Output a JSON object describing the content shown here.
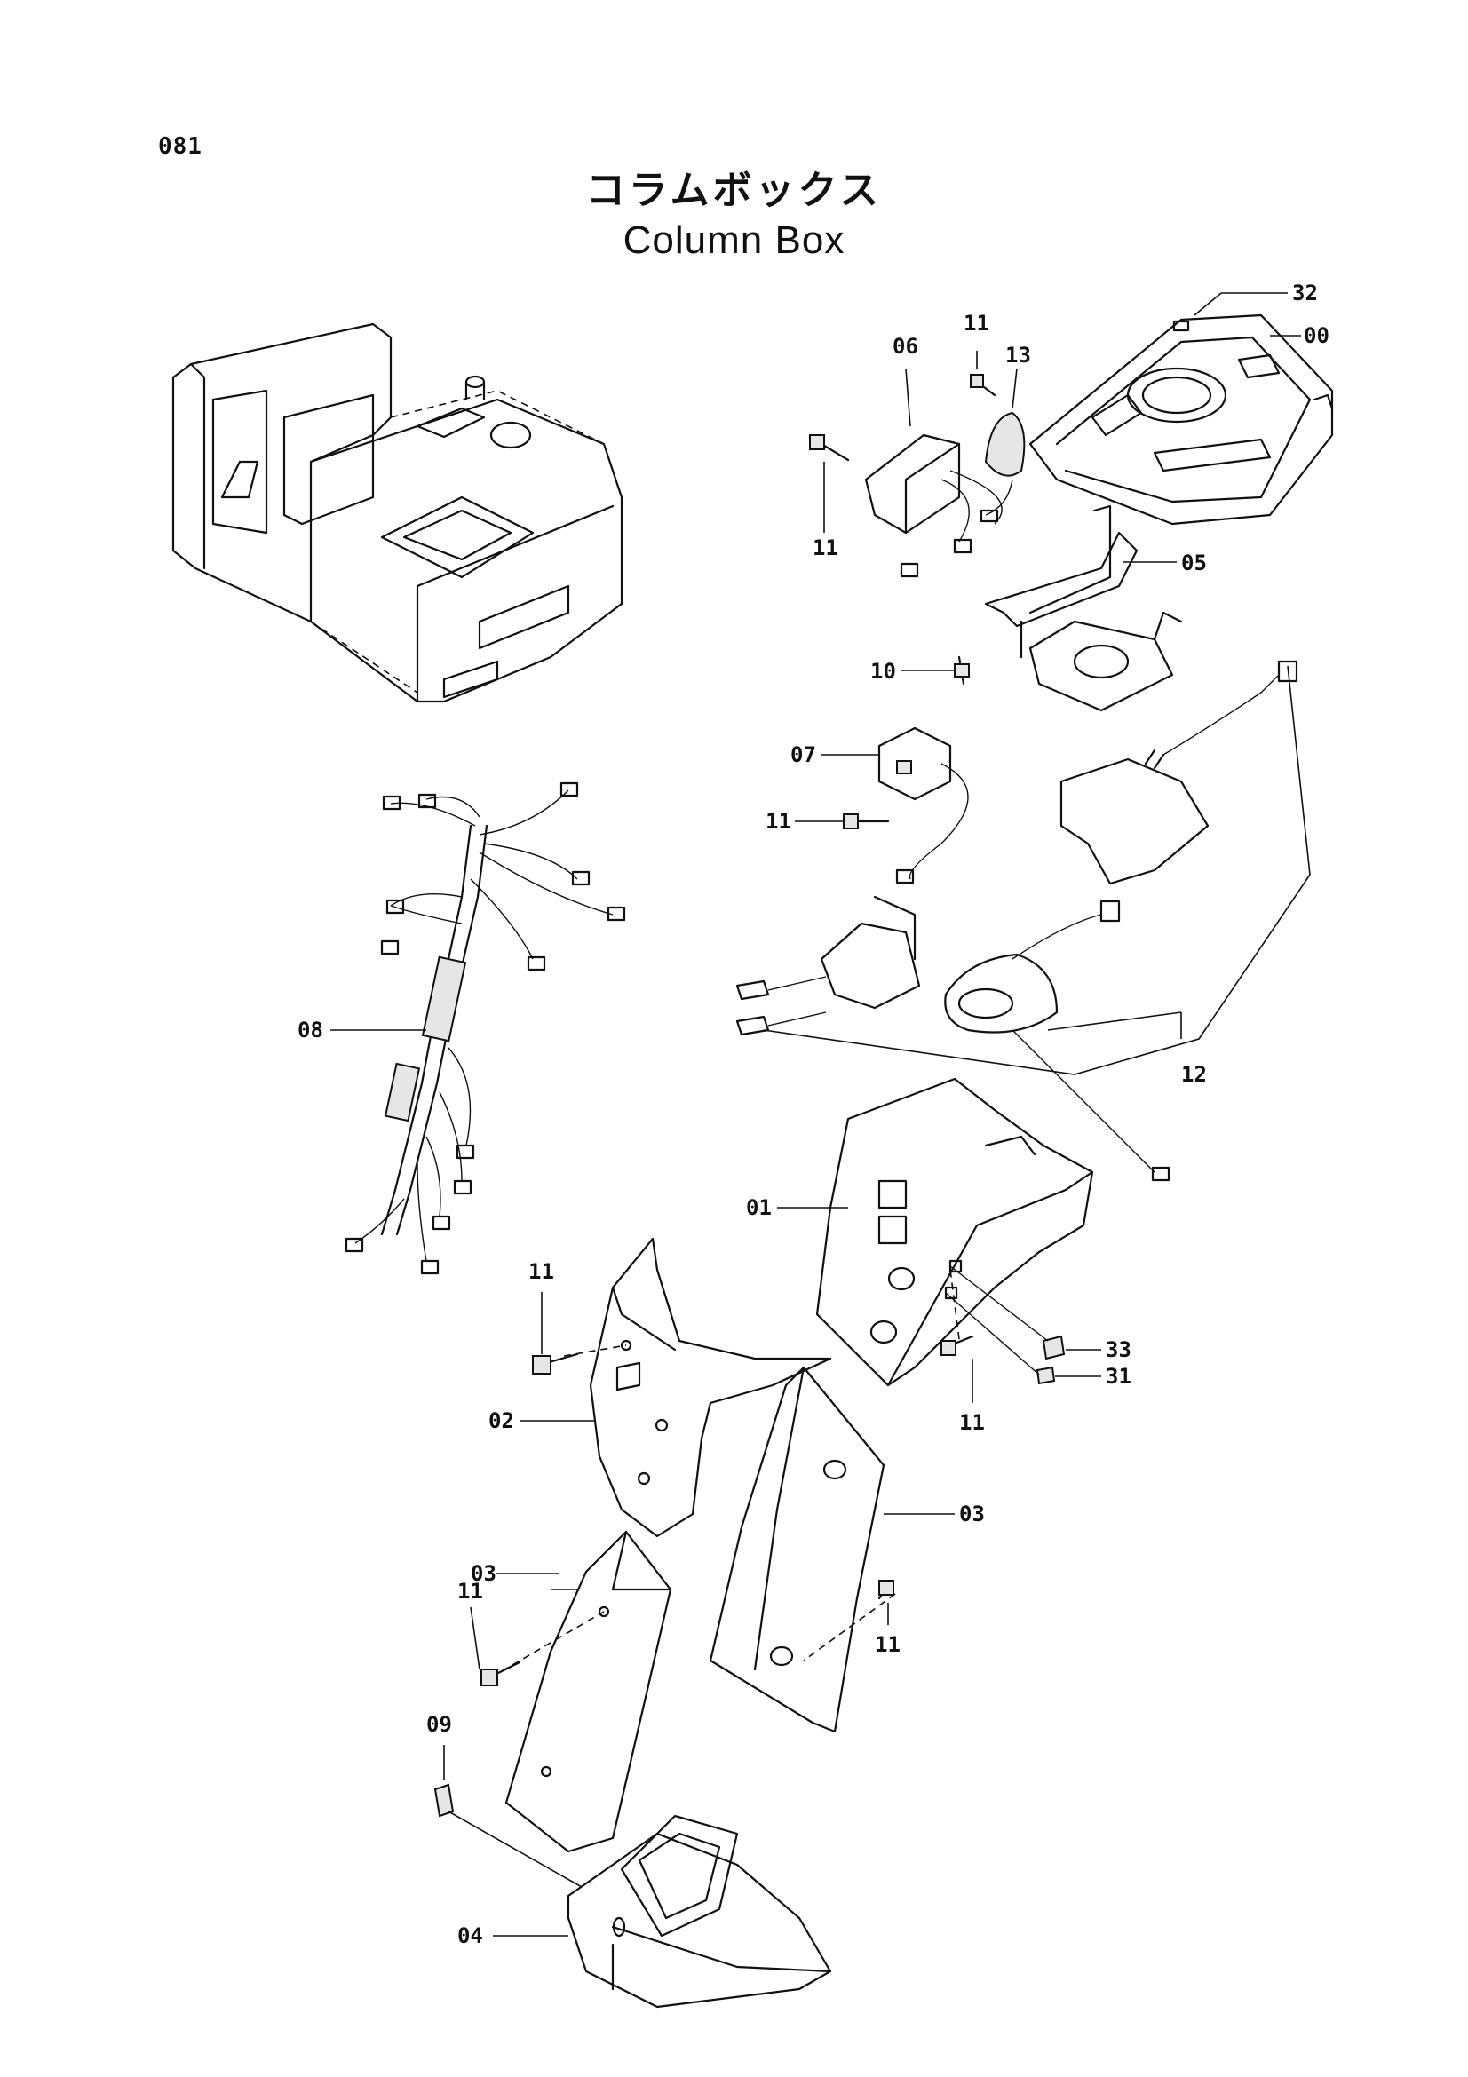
{
  "page_number": "081",
  "title_jp": "コラムボックス",
  "title_en": "Column Box",
  "callouts": [
    {
      "id": "c32",
      "label": "32"
    },
    {
      "id": "c00",
      "label": "00"
    },
    {
      "id": "c11a",
      "label": "11"
    },
    {
      "id": "c06",
      "label": "06"
    },
    {
      "id": "c13",
      "label": "13"
    },
    {
      "id": "c11b",
      "label": "11"
    },
    {
      "id": "c05",
      "label": "05"
    },
    {
      "id": "c10",
      "label": "10"
    },
    {
      "id": "c07",
      "label": "07"
    },
    {
      "id": "c11c",
      "label": "11"
    },
    {
      "id": "c08",
      "label": "08"
    },
    {
      "id": "c12",
      "label": "12"
    },
    {
      "id": "c01",
      "label": "01"
    },
    {
      "id": "c11d",
      "label": "11"
    },
    {
      "id": "c33",
      "label": "33"
    },
    {
      "id": "c31",
      "label": "31"
    },
    {
      "id": "c11e",
      "label": "11"
    },
    {
      "id": "c02",
      "label": "02"
    },
    {
      "id": "c03a",
      "label": "03"
    },
    {
      "id": "c03b",
      "label": "03"
    },
    {
      "id": "c11f",
      "label": "11"
    },
    {
      "id": "c11g",
      "label": "11"
    },
    {
      "id": "c09",
      "label": "09"
    },
    {
      "id": "c04",
      "label": "04"
    }
  ]
}
